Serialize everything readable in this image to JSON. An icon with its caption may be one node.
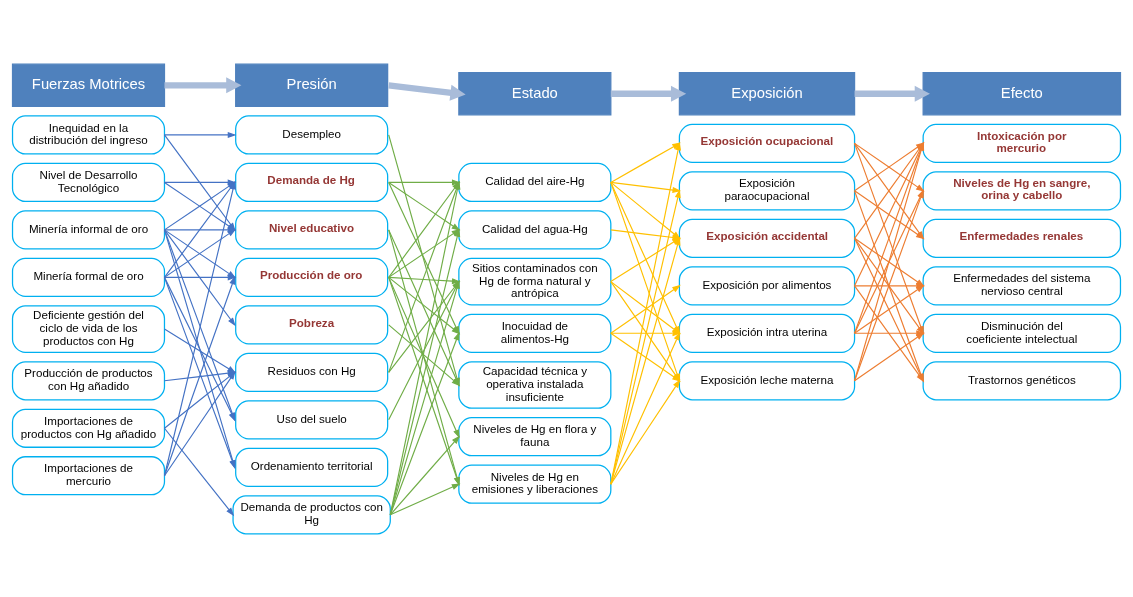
{
  "diagram": {
    "nodes": [
      {
        "text": [
          "Fuerzas Motrices"
        ]
      },
      {
        "text": [
          "Presión"
        ]
      },
      {
        "text": [
          "Estado"
        ]
      },
      {
        "text": [
          "Exposición"
        ]
      },
      {
        "text": [
          "Efecto"
        ]
      },
      {
        "text": [
          "Inequidad en la distribución del ingreso"
        ]
      },
      {
        "text": [
          "Nivel de Desarrollo Tecnológico"
        ]
      },
      {
        "text": [
          "Minería informal de oro"
        ]
      },
      {
        "text": [
          "Minería formal de oro"
        ]
      },
      {
        "text": [
          "Deficiente gestión del ciclo de vida de los productos con Hg"
        ]
      },
      {
        "text": [
          "Producción de productos con Hg añadido"
        ]
      },
      {
        "text": [
          "Importaciones de productos con Hg añadido"
        ]
      },
      {
        "text": [
          "Importaciones de mercurio"
        ]
      },
      {
        "text": [
          "Desempleo"
        ]
      },
      {
        "text": [
          "Demanda de Hg"
        ]
      },
      {
        "text": [
          "Nivel educativo"
        ]
      },
      {
        "text": [
          "Producción de oro"
        ]
      },
      {
        "text": [
          "Pobreza"
        ]
      },
      {
        "text": [
          "Residuos con Hg"
        ]
      },
      {
        "text": [
          "Uso del suelo"
        ]
      },
      {
        "text": [
          "Ordenamiento territorial"
        ]
      },
      {
        "text": [
          "Demanda de productos con Hg"
        ]
      },
      {
        "text": [
          "Calidad del aire-Hg"
        ]
      },
      {
        "text": [
          "Calidad del agua-Hg"
        ]
      },
      {
        "text": [
          "Sitios contaminados con Hg de forma natural y antrópica"
        ]
      },
      {
        "text": [
          "Inocuidad de alimentos-Hg"
        ]
      },
      {
        "text": [
          "Capacidad técnica y operativa instalada insuficiente"
        ]
      },
      {
        "text": [
          "Niveles de Hg en flora y fauna"
        ]
      },
      {
        "text": [
          "Niveles de Hg en emisiones y liberaciones"
        ]
      },
      {
        "text": [
          "Exposición ocupacional"
        ]
      },
      {
        "text": [
          "Exposición paraocupacional"
        ]
      },
      {
        "text": [
          "Exposición accidental"
        ]
      },
      {
        "text": [
          "Exposición por alimentos"
        ]
      },
      {
        "text": [
          "Exposición intra uterina"
        ]
      },
      {
        "text": [
          "Exposición leche materna"
        ]
      },
      {
        "text": [
          "Intoxicación por mercurio"
        ]
      },
      {
        "text": [
          "Niveles de Hg en sangre, orina y cabello"
        ]
      },
      {
        "text": [
          "Enfermedades renales"
        ]
      },
      {
        "text": [
          "Enfermedades del sistema nervioso central"
        ]
      },
      {
        "text": [
          "Disminución del coeficiente intelectual"
        ]
      },
      {
        "text": [
          "Trastornos genéticos"
        ]
      }
    ],
    "edges": [
      {
        "from": 0,
        "to": 1,
        "arrow": "to",
        "style": "thick",
        "color": "#a9bcd9"
      },
      {
        "from": 1,
        "to": 2,
        "arrow": "to",
        "style": "thick",
        "color": "#a9bcd9"
      },
      {
        "from": 2,
        "to": 3,
        "arrow": "to",
        "style": "thick",
        "color": "#a9bcd9"
      },
      {
        "from": 3,
        "to": 4,
        "arrow": "to",
        "style": "thick",
        "color": "#a9bcd9"
      },
      {
        "from": 5,
        "to": 13,
        "arrow": "to",
        "color": "#4472c4"
      },
      {
        "from": 5,
        "to": 15,
        "arrow": "to",
        "color": "#4472c4"
      },
      {
        "from": 6,
        "to": 14,
        "arrow": "to",
        "color": "#4472c4"
      },
      {
        "from": 6,
        "to": 15,
        "arrow": "to",
        "color": "#4472c4"
      },
      {
        "from": 7,
        "to": 14,
        "arrow": "to",
        "color": "#4472c4"
      },
      {
        "from": 7,
        "to": 15,
        "arrow": "to",
        "color": "#4472c4"
      },
      {
        "from": 7,
        "to": 16,
        "arrow": "to",
        "color": "#4472c4"
      },
      {
        "from": 7,
        "to": 17,
        "arrow": "to",
        "color": "#4472c4"
      },
      {
        "from": 7,
        "to": 19,
        "arrow": "to",
        "color": "#4472c4"
      },
      {
        "from": 7,
        "to": 20,
        "arrow": "to",
        "color": "#4472c4"
      },
      {
        "from": 8,
        "to": 14,
        "arrow": "to",
        "color": "#4472c4"
      },
      {
        "from": 8,
        "to": 15,
        "arrow": "to",
        "color": "#4472c4"
      },
      {
        "from": 8,
        "to": 16,
        "arrow": "to",
        "color": "#4472c4"
      },
      {
        "from": 8,
        "to": 19,
        "arrow": "to",
        "color": "#4472c4"
      },
      {
        "from": 8,
        "to": 20,
        "arrow": "to",
        "color": "#4472c4"
      },
      {
        "from": 9,
        "to": 18,
        "arrow": "to",
        "color": "#4472c4"
      },
      {
        "from": 10,
        "to": 18,
        "arrow": "to",
        "color": "#4472c4"
      },
      {
        "from": 11,
        "to": 18,
        "arrow": "to",
        "color": "#4472c4"
      },
      {
        "from": 11,
        "to": 21,
        "arrow": "to",
        "color": "#4472c4"
      },
      {
        "from": 12,
        "to": 14,
        "arrow": "to",
        "color": "#4472c4"
      },
      {
        "from": 12,
        "to": 16,
        "arrow": "to",
        "color": "#4472c4"
      },
      {
        "from": 12,
        "to": 18,
        "arrow": "to",
        "color": "#4472c4"
      },
      {
        "from": 13,
        "to": 26,
        "arrow": "to",
        "color": "#70ad47"
      },
      {
        "from": 14,
        "to": 22,
        "arrow": "to",
        "color": "#70ad47"
      },
      {
        "from": 14,
        "to": 23,
        "arrow": "to",
        "color": "#70ad47"
      },
      {
        "from": 14,
        "to": 25,
        "arrow": "to",
        "color": "#70ad47"
      },
      {
        "from": 15,
        "to": 26,
        "arrow": "to",
        "color": "#70ad47"
      },
      {
        "from": 15,
        "to": 28,
        "arrow": "to",
        "color": "#70ad47"
      },
      {
        "from": 16,
        "to": 22,
        "arrow": "to",
        "color": "#70ad47"
      },
      {
        "from": 16,
        "to": 23,
        "arrow": "to",
        "color": "#70ad47"
      },
      {
        "from": 16,
        "to": 24,
        "arrow": "to",
        "color": "#70ad47"
      },
      {
        "from": 16,
        "to": 25,
        "arrow": "to",
        "color": "#70ad47"
      },
      {
        "from": 16,
        "to": 27,
        "arrow": "to",
        "color": "#70ad47"
      },
      {
        "from": 16,
        "to": 28,
        "arrow": "to",
        "color": "#70ad47"
      },
      {
        "from": 17,
        "to": 26,
        "arrow": "to",
        "color": "#70ad47"
      },
      {
        "from": 18,
        "to": 22,
        "arrow": "to",
        "color": "#70ad47"
      },
      {
        "from": 18,
        "to": 24,
        "arrow": "to",
        "color": "#70ad47"
      },
      {
        "from": 19,
        "to": 24,
        "arrow": "to",
        "color": "#70ad47"
      },
      {
        "from": 21,
        "to": 22,
        "arrow": "to",
        "color": "#70ad47"
      },
      {
        "from": 21,
        "to": 23,
        "arrow": "to",
        "color": "#70ad47"
      },
      {
        "from": 21,
        "to": 24,
        "arrow": "to",
        "color": "#70ad47"
      },
      {
        "from": 21,
        "to": 25,
        "arrow": "to",
        "color": "#70ad47"
      },
      {
        "from": 21,
        "to": 27,
        "arrow": "to",
        "color": "#70ad47"
      },
      {
        "from": 21,
        "to": 28,
        "arrow": "to",
        "color": "#70ad47"
      },
      {
        "from": 22,
        "to": 29,
        "arrow": "to",
        "color": "#ffc000"
      },
      {
        "from": 22,
        "to": 30,
        "arrow": "to",
        "color": "#ffc000"
      },
      {
        "from": 22,
        "to": 31,
        "arrow": "to",
        "color": "#ffc000"
      },
      {
        "from": 22,
        "to": 33,
        "arrow": "to",
        "color": "#ffc000"
      },
      {
        "from": 22,
        "to": 34,
        "arrow": "to",
        "color": "#ffc000"
      },
      {
        "from": 23,
        "to": 31,
        "arrow": "to",
        "color": "#ffc000"
      },
      {
        "from": 24,
        "to": 31,
        "arrow": "to",
        "color": "#ffc000"
      },
      {
        "from": 24,
        "to": 33,
        "arrow": "to",
        "color": "#ffc000"
      },
      {
        "from": 24,
        "to": 34,
        "arrow": "to",
        "color": "#ffc000"
      },
      {
        "from": 25,
        "to": 32,
        "arrow": "to",
        "color": "#ffc000"
      },
      {
        "from": 25,
        "to": 33,
        "arrow": "to",
        "color": "#ffc000"
      },
      {
        "from": 25,
        "to": 34,
        "arrow": "to",
        "color": "#ffc000"
      },
      {
        "from": 28,
        "to": 29,
        "arrow": "to",
        "color": "#ffc000"
      },
      {
        "from": 28,
        "to": 30,
        "arrow": "to",
        "color": "#ffc000"
      },
      {
        "from": 28,
        "to": 31,
        "arrow": "to",
        "color": "#ffc000"
      },
      {
        "from": 28,
        "to": 33,
        "arrow": "to",
        "color": "#ffc000"
      },
      {
        "from": 28,
        "to": 34,
        "arrow": "to",
        "color": "#ffc000"
      },
      {
        "from": 29,
        "to": 36,
        "arrow": "to",
        "color": "#ed7d31"
      },
      {
        "from": 29,
        "to": 37,
        "arrow": "to",
        "color": "#ed7d31"
      },
      {
        "from": 29,
        "to": 39,
        "arrow": "to",
        "color": "#ed7d31"
      },
      {
        "from": 30,
        "to": 35,
        "arrow": "to",
        "color": "#ed7d31"
      },
      {
        "from": 30,
        "to": 37,
        "arrow": "to",
        "color": "#ed7d31"
      },
      {
        "from": 30,
        "to": 40,
        "arrow": "to",
        "color": "#ed7d31"
      },
      {
        "from": 31,
        "to": 35,
        "arrow": "to",
        "color": "#ed7d31"
      },
      {
        "from": 31,
        "to": 38,
        "arrow": "to",
        "color": "#ed7d31"
      },
      {
        "from": 31,
        "to": 39,
        "arrow": "to",
        "color": "#ed7d31"
      },
      {
        "from": 31,
        "to": 40,
        "arrow": "to",
        "color": "#ed7d31"
      },
      {
        "from": 32,
        "to": 35,
        "arrow": "to",
        "color": "#ed7d31"
      },
      {
        "from": 32,
        "to": 38,
        "arrow": "to",
        "color": "#ed7d31"
      },
      {
        "from": 32,
        "to": 40,
        "arrow": "to",
        "color": "#ed7d31"
      },
      {
        "from": 33,
        "to": 35,
        "arrow": "to",
        "color": "#ed7d31"
      },
      {
        "from": 33,
        "to": 36,
        "arrow": "to",
        "color": "#ed7d31"
      },
      {
        "from": 33,
        "to": 38,
        "arrow": "to",
        "color": "#ed7d31"
      },
      {
        "from": 33,
        "to": 39,
        "arrow": "to",
        "color": "#ed7d31"
      },
      {
        "from": 34,
        "to": 35,
        "arrow": "to",
        "color": "#ed7d31"
      },
      {
        "from": 34,
        "to": 36,
        "arrow": "to",
        "color": "#ed7d31"
      },
      {
        "from": 34,
        "to": 39,
        "arrow": "to",
        "color": "#ed7d31"
      }
    ]
  }
}
